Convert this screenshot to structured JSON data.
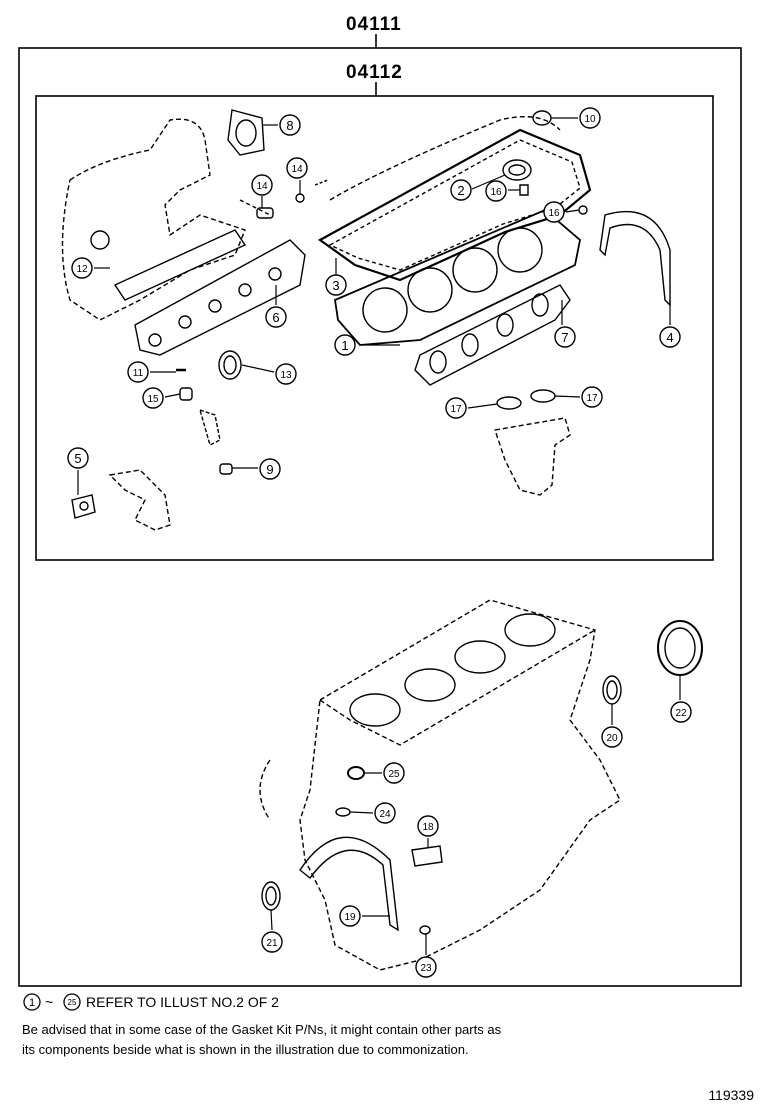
{
  "kits": {
    "outer": "04111",
    "inner": "04112"
  },
  "callouts": [
    {
      "id": "c1",
      "num": "1"
    },
    {
      "id": "c2",
      "num": "2"
    },
    {
      "id": "c3",
      "num": "3"
    },
    {
      "id": "c4",
      "num": "4"
    },
    {
      "id": "c5",
      "num": "5"
    },
    {
      "id": "c6",
      "num": "6"
    },
    {
      "id": "c7",
      "num": "7"
    },
    {
      "id": "c8",
      "num": "8"
    },
    {
      "id": "c9",
      "num": "9"
    },
    {
      "id": "c10",
      "num": "10"
    },
    {
      "id": "c11",
      "num": "11"
    },
    {
      "id": "c12",
      "num": "12"
    },
    {
      "id": "c13",
      "num": "13"
    },
    {
      "id": "c14a",
      "num": "14"
    },
    {
      "id": "c14b",
      "num": "14"
    },
    {
      "id": "c15",
      "num": "15"
    },
    {
      "id": "c16a",
      "num": "16"
    },
    {
      "id": "c16b",
      "num": "16"
    },
    {
      "id": "c17a",
      "num": "17"
    },
    {
      "id": "c17b",
      "num": "17"
    },
    {
      "id": "c18",
      "num": "18"
    },
    {
      "id": "c19",
      "num": "19"
    },
    {
      "id": "c20",
      "num": "20"
    },
    {
      "id": "c21",
      "num": "21"
    },
    {
      "id": "c22",
      "num": "22"
    },
    {
      "id": "c23",
      "num": "23"
    },
    {
      "id": "c24",
      "num": "24"
    },
    {
      "id": "c25",
      "num": "25"
    }
  ],
  "notes": {
    "refer_start": "1",
    "refer_tilde": "~",
    "refer_end": "25",
    "refer_text": "REFER TO ILLUST NO.2 OF 2",
    "advice_line1": "Be advised that in some case of the Gasket Kit P/Ns,  it might contain other parts as",
    "advice_line2": "its components beside what is shown in the illustration due to commonization."
  },
  "illustration_number": "119339"
}
